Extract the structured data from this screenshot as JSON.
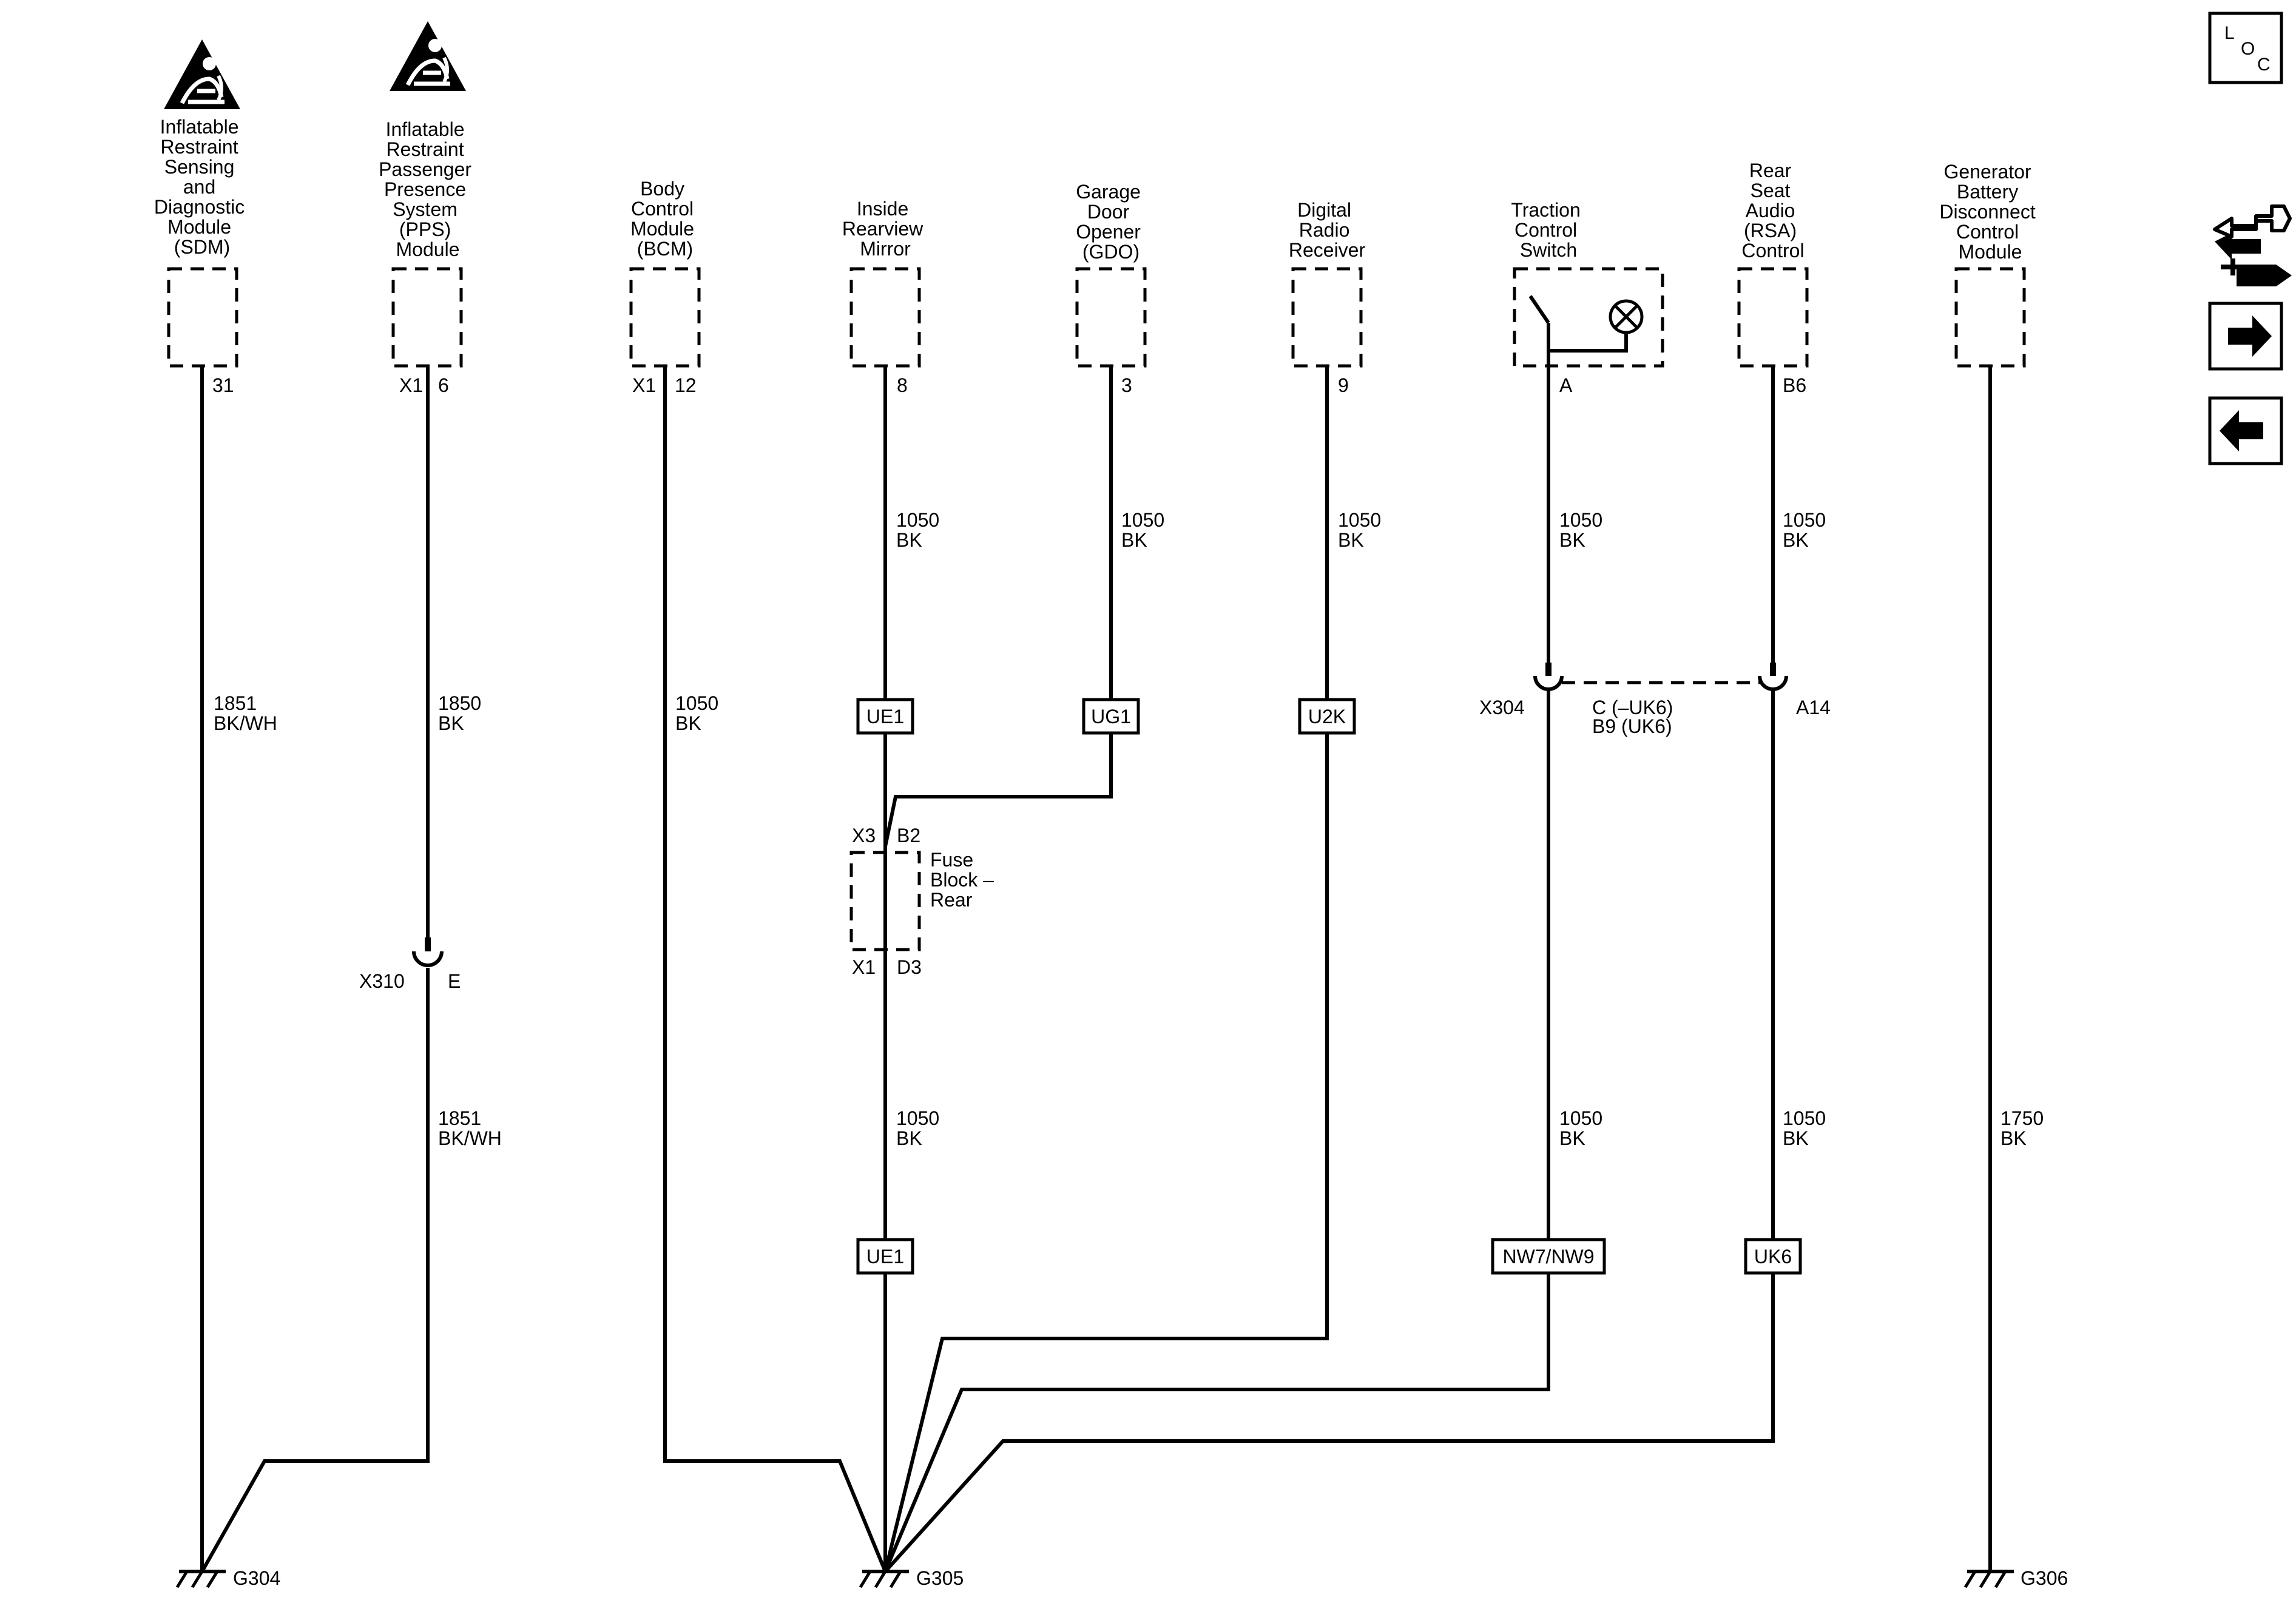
{
  "modules": {
    "sdm": [
      "Inflatable",
      "Restraint",
      "Sensing",
      "and",
      "Diagnostic",
      "Module",
      "(SDM)"
    ],
    "pps": [
      "Inflatable",
      "Restraint",
      "Passenger",
      "Presence",
      "System",
      "(PPS)",
      "Module"
    ],
    "bcm": [
      "Body",
      "Control",
      "Module",
      "(BCM)"
    ],
    "mirror": [
      "Inside",
      "Rearview",
      "Mirror"
    ],
    "gdo": [
      "Garage",
      "Door",
      "Opener",
      "(GDO)"
    ],
    "radio": [
      "Digital",
      "Radio",
      "Receiver"
    ],
    "traction": [
      "Traction",
      "Control",
      "Switch"
    ],
    "rsa": [
      "Rear",
      "Seat",
      "Audio",
      "(RSA)",
      "Control"
    ],
    "gen": [
      "Generator",
      "Battery",
      "Disconnect",
      "Control",
      "Module"
    ],
    "fuse_block": [
      "Fuse",
      "Block –",
      "Rear"
    ]
  },
  "pins": {
    "sdm": "31",
    "pps_conn": "X1",
    "pps": "6",
    "bcm_conn": "X1",
    "bcm": "12",
    "mirror": "8",
    "gdo": "3",
    "radio": "9",
    "traction": "A",
    "rsa": "B6",
    "fuse_top_conn": "X3",
    "fuse_top_pin": "B2",
    "fuse_bot_conn": "X1",
    "fuse_bot_pin": "D3"
  },
  "wires": {
    "sdm": [
      "1851",
      "BK/WH"
    ],
    "pps_upper": [
      "1850",
      "BK"
    ],
    "pps_lower": [
      "1851",
      "BK/WH"
    ],
    "bcm": [
      "1050",
      "BK"
    ],
    "mirror_upper": [
      "1050",
      "BK"
    ],
    "mirror_lower": [
      "1050",
      "BK"
    ],
    "gdo": [
      "1050",
      "BK"
    ],
    "radio": [
      "1050",
      "BK"
    ],
    "traction_upper": [
      "1050",
      "BK"
    ],
    "traction_lower": [
      "1050",
      "BK"
    ],
    "rsa_upper": [
      "1050",
      "BK"
    ],
    "rsa_lower": [
      "1050",
      "BK"
    ],
    "gen": [
      "1750",
      "BK"
    ]
  },
  "inline_connectors": {
    "x310": {
      "name": "X310",
      "pin": "E"
    },
    "x304": {
      "name": "X304",
      "pin_line1": "C (–UK6)",
      "pin_line2": "B9 (UK6)",
      "pin_right": "A14"
    }
  },
  "option_boxes": {
    "mirror_upper": "UE1",
    "gdo": "UG1",
    "radio": "U2K",
    "mirror_lower": "UE1",
    "traction": "NW7/NW9",
    "rsa": "UK6"
  },
  "grounds": {
    "g304": "G304",
    "g305": "G305",
    "g306": "G306"
  },
  "nav": {
    "loc_l": "L",
    "loc_o": "O",
    "loc_c": "C",
    "icons": [
      "connector-end-view-icon",
      "next-arrow-icon",
      "previous-arrow-icon"
    ]
  }
}
